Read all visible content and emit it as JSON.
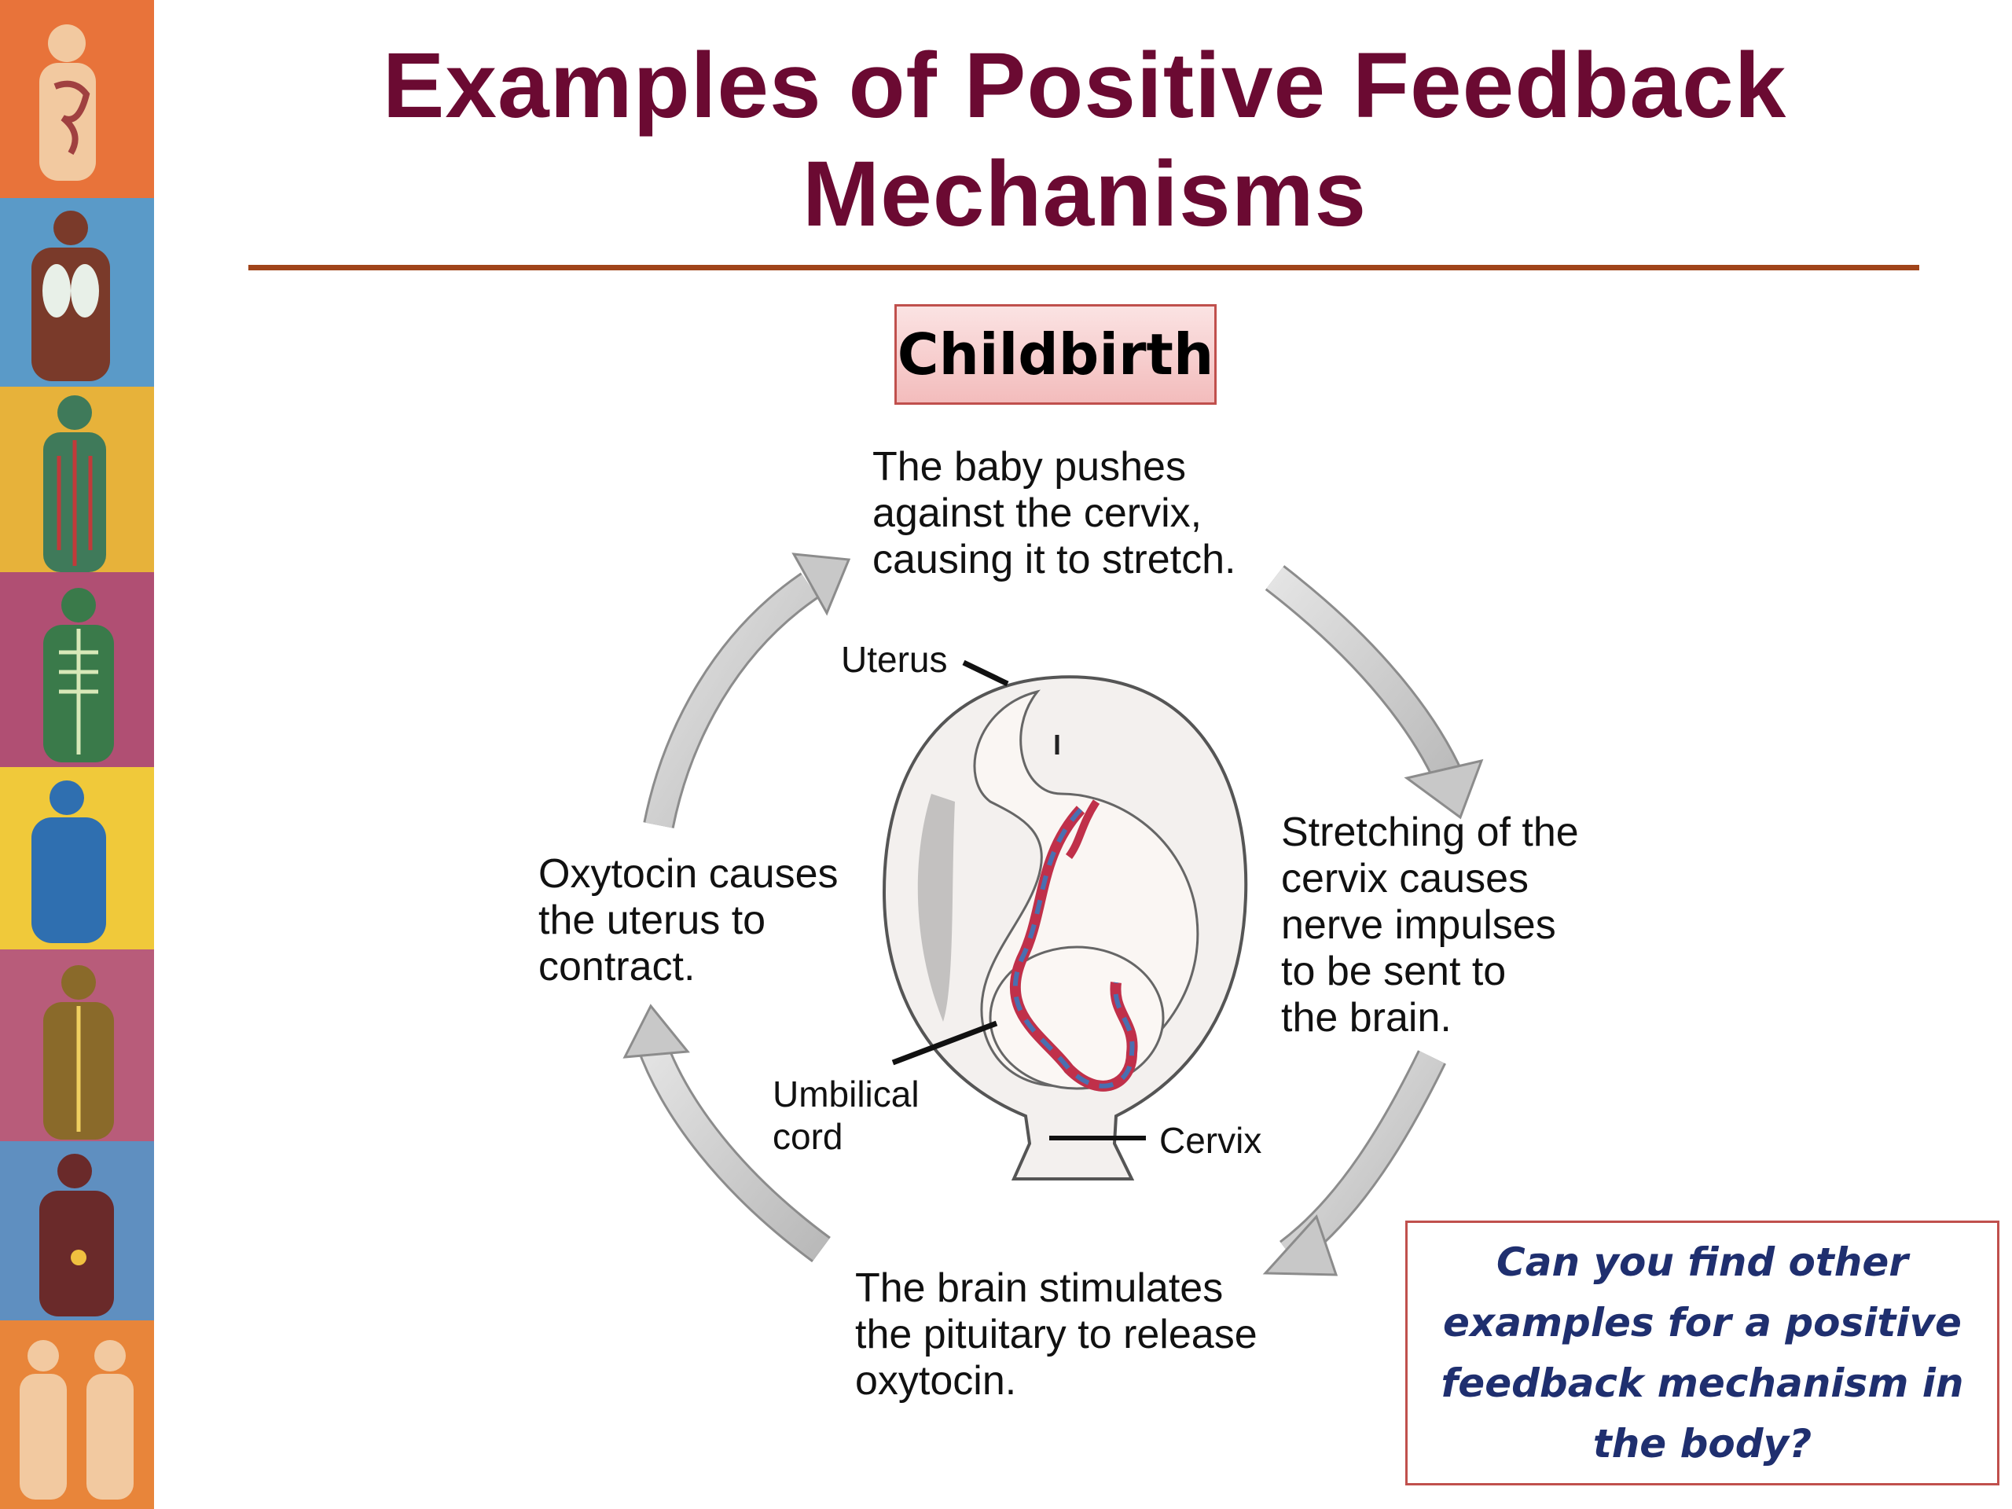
{
  "title": "Examples of Positive Feedback Mechanisms",
  "topic": "Childbirth",
  "steps": {
    "top": "The baby pushes\nagainst the cervix,\ncausing it to stretch.",
    "right": "Stretching of the\ncervix causes\nnerve impulses\nto be sent to\nthe brain.",
    "bottom": "The brain stimulates\nthe pituitary to release\noxytocin.",
    "left": "Oxytocin causes\nthe uterus to\ncontract."
  },
  "labels": {
    "uterus": "Uterus",
    "umbilical_cord": "Umbilical\ncord",
    "cervix": "Cervix"
  },
  "question": "Can you find other examples for a positive feedback mechanism in the body?",
  "colors": {
    "title": "#6b0a32",
    "rule": "#a0441a",
    "box_border": "#c0504d",
    "question_text": "#1f2f6f",
    "arrow": "#c8c8c8"
  },
  "strip_icons": [
    "digestive-system-figure",
    "respiratory-system-figure",
    "circulatory-system-figure",
    "skeletal-system-figure",
    "muscular-system-figure",
    "nervous-system-figure",
    "endocrine-system-figure",
    "reproductive-system-figure"
  ]
}
